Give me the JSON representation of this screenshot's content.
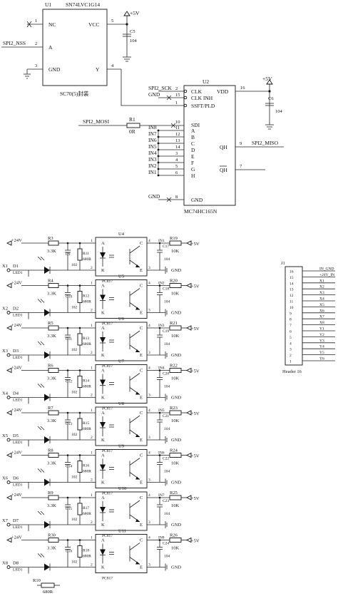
{
  "u1": {
    "ref": "U1",
    "part": "SN74LVC1G14",
    "package": "SC70(5)封装",
    "pins": [
      {
        "num": "1",
        "name": "NC"
      },
      {
        "num": "2",
        "name": "A"
      },
      {
        "num": "3",
        "name": "GND"
      },
      {
        "num": "5",
        "name": "VCC"
      },
      {
        "num": "4",
        "name": "Y"
      }
    ],
    "net_a": "SPI2_NSS"
  },
  "c5": {
    "ref": "C5",
    "value": "104"
  },
  "c6": {
    "ref": "C6",
    "value": "104"
  },
  "plus5": "+5V",
  "u2": {
    "ref": "U2",
    "part": "MC74HC165N",
    "left_pins": [
      {
        "num": "2",
        "name": "CLK",
        "net": "SPI2_SCK"
      },
      {
        "num": "15",
        "name": "CLK INH",
        "net": "GND"
      },
      {
        "num": "1",
        "name": "SSFT/PLD",
        "net": ""
      },
      {
        "num": "10",
        "name": "SDI",
        "net": ""
      },
      {
        "num": "11",
        "name": "A",
        "net": "IN8"
      },
      {
        "num": "12",
        "name": "B",
        "net": "IN7"
      },
      {
        "num": "13",
        "name": "C",
        "net": "IN6"
      },
      {
        "num": "14",
        "name": "D",
        "net": "IN5"
      },
      {
        "num": "3",
        "name": "E",
        "net": "IN4"
      },
      {
        "num": "4",
        "name": "F",
        "net": "IN3"
      },
      {
        "num": "5",
        "name": "G",
        "net": "IN2"
      },
      {
        "num": "6",
        "name": "H",
        "net": "IN1"
      },
      {
        "num": "8",
        "name": "GND",
        "net": "GND"
      }
    ],
    "vdd": {
      "num": "16",
      "name": "VDD"
    },
    "qh": {
      "num": "9",
      "name": "QH",
      "net": "SPI2_MISO"
    },
    "qh_bar": {
      "num": "7",
      "name": "QH"
    }
  },
  "r1": {
    "ref": "R1",
    "value": "0R",
    "net": "SPI2_MOSI"
  },
  "channels": [
    {
      "u": "U4",
      "r_in": "R3",
      "rv": "3.3K",
      "c": "C9",
      "rs": "R11",
      "in": "X1",
      "d": "D1",
      "in_net": "IN1",
      "rp": "R19",
      "cb": "C17"
    },
    {
      "u": "U5",
      "r_in": "R4",
      "rv": "3.3K",
      "c": "C10",
      "rs": "R12",
      "in": "X2",
      "d": "D2",
      "in_net": "IN2",
      "rp": "R20",
      "cb": "C18"
    },
    {
      "u": "U6",
      "r_in": "R5",
      "rv": "3.3K",
      "c": "C11",
      "rs": "R13",
      "in": "X3",
      "d": "D3",
      "in_net": "IN3",
      "rp": "R21",
      "cb": "C19"
    },
    {
      "u": "U7",
      "r_in": "R6",
      "rv": "3.3K",
      "c": "C12",
      "rs": "R14",
      "in": "X4",
      "d": "D4",
      "in_net": "IN4",
      "rp": "R22",
      "cb": "C20"
    },
    {
      "u": "U8",
      "r_in": "R7",
      "rv": "3.3K",
      "c": "C13",
      "rs": "R15",
      "in": "X5",
      "d": "D5",
      "in_net": "IN5",
      "rp": "R23",
      "cb": "C21"
    },
    {
      "u": "U9",
      "r_in": "R8",
      "rv": "3.3K",
      "c": "C14",
      "rs": "R16",
      "in": "X6",
      "d": "D6",
      "in_net": "IN6",
      "rp": "R24",
      "cb": "C22"
    },
    {
      "u": "U10",
      "r_in": "R9",
      "rv": "3.3K",
      "c": "C15",
      "rs": "R17",
      "in": "X7",
      "d": "D7",
      "in_net": "IN7",
      "rp": "R25",
      "cb": "C23"
    },
    {
      "u": "U11",
      "r_in": "R30",
      "rv": "3.3K",
      "c": "C16",
      "rs": "R18",
      "in": "X8",
      "d": "D8",
      "in_net": "IN8",
      "rp": "R26",
      "cb": "C24"
    }
  ],
  "ch_common": {
    "plus24": "+24V",
    "plus5": "+5V",
    "gnd": "GND",
    "opto": "PC817",
    "led": "LED1",
    "cap": "104",
    "cap_small": "102",
    "r680": "680R",
    "r10k": "10K",
    "pinA": "A",
    "pinK": "K",
    "pinC": "C",
    "pinE": "E",
    "p1": "1",
    "p2": "2",
    "p3": "3",
    "p4": "4"
  },
  "r10": {
    "ref": "R10",
    "value": "680R"
  },
  "j1": {
    "ref": "J1",
    "part": "Header 16",
    "pins": [
      {
        "num": "16",
        "net": "IN_GND"
      },
      {
        "num": "15",
        "net": "+24V_IN"
      },
      {
        "num": "14",
        "net": "X1"
      },
      {
        "num": "13",
        "net": "X2"
      },
      {
        "num": "12",
        "net": "X3"
      },
      {
        "num": "11",
        "net": "X4"
      },
      {
        "num": "10",
        "net": "X5"
      },
      {
        "num": "9",
        "net": "X6"
      },
      {
        "num": "8",
        "net": "X7"
      },
      {
        "num": "7",
        "net": "X8"
      },
      {
        "num": "6",
        "net": "Y1"
      },
      {
        "num": "5",
        "net": "Y2"
      },
      {
        "num": "4",
        "net": "Y3"
      },
      {
        "num": "3",
        "net": "Y4"
      },
      {
        "num": "2",
        "net": "Y5"
      },
      {
        "num": "1",
        "net": "Y6"
      }
    ]
  }
}
